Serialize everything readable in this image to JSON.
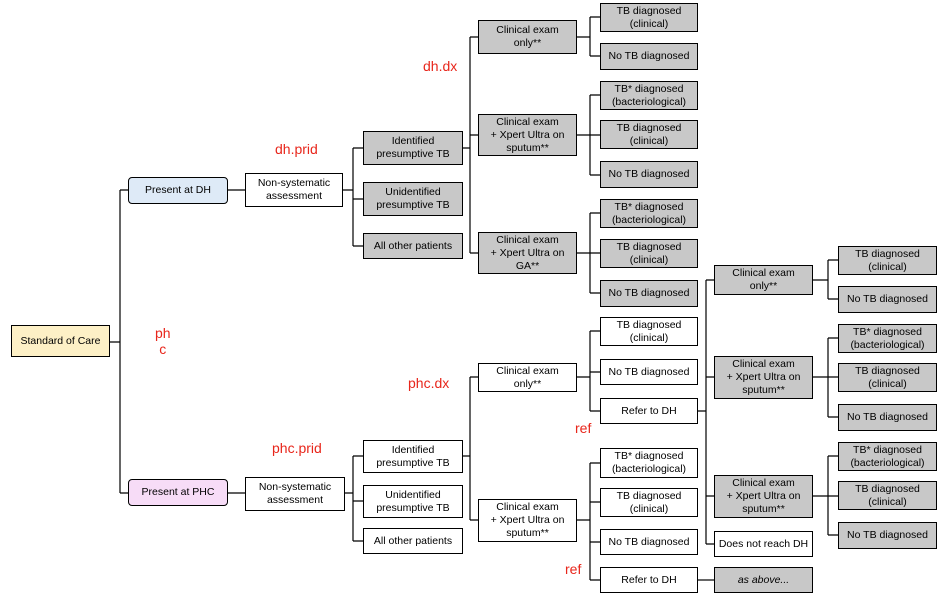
{
  "nodes": {
    "root": "Standard of Care",
    "dh": "Present at DH",
    "phc": "Present at PHC",
    "dh_assess": "Non-systematic\nassessment",
    "phc_assess": "Non-systematic\nassessment",
    "dh_ident": "Identified\npresumptive TB",
    "dh_unident": "Unidentified\npresumptive TB",
    "dh_other": "All other patients",
    "phc_ident": "Identified\npresumptive TB",
    "phc_unident": "Unidentified\npresumptive TB",
    "phc_other": "All other patients",
    "dh_ce": "Clinical exam\nonly**",
    "dh_xs": "Clinical exam\n+ Xpert Ultra on\nsputum**",
    "dh_xga": "Clinical exam\n+ Xpert Ultra on\nGA**",
    "dh_ce_o1": "TB diagnosed\n(clinical)",
    "dh_ce_o2": "No TB diagnosed",
    "dh_xs_o1": "TB* diagnosed\n(bacteriological)",
    "dh_xs_o2": "TB diagnosed\n(clinical)",
    "dh_xs_o3": "No TB diagnosed",
    "dh_xga_o1": "TB* diagnosed\n(bacteriological)",
    "dh_xga_o2": "TB diagnosed\n(clinical)",
    "dh_xga_o3": "No TB diagnosed",
    "phc_ce": "Clinical exam\nonly**",
    "phc_ce_o1": "TB diagnosed\n(clinical)",
    "phc_ce_o2": "No TB diagnosed",
    "phc_ce_o3": "Refer to DH",
    "phc_xs": "Clinical exam\n+ Xpert Ultra on\nsputum**",
    "phc_xs_o1": "TB* diagnosed\n(bacteriological)",
    "phc_xs_o2": "TB diagnosed\n(clinical)",
    "phc_xs_o3": "No TB diagnosed",
    "phc_xs_o4": "Refer to DH",
    "ref_ce": "Clinical exam\nonly**",
    "ref_xs": "Clinical exam\n+ Xpert Ultra on\nsputum**",
    "ref_xga": "Clinical exam\n+ Xpert Ultra on\nsputum**",
    "ref_nr": "Does not reach DH",
    "ref_ce_o1": "TB diagnosed\n(clinical)",
    "ref_ce_o2": "No TB diagnosed",
    "ref_xs_o1": "TB* diagnosed\n(bacteriological)",
    "ref_xs_o2": "TB diagnosed\n(clinical)",
    "ref_xs_o3": "No TB diagnosed",
    "ref_xga_o1": "TB* diagnosed\n(bacteriological)",
    "ref_xga_o2": "TB diagnosed\n(clinical)",
    "ref_xga_o3": "No TB diagnosed",
    "as_above": "as above..."
  },
  "labels": {
    "dh_prid": "dh.prid",
    "dh_dx": "dh.dx",
    "phc_mid": "ph\nc",
    "phc_dx": "phc.dx",
    "phc_prid": "phc.prid",
    "ref1": "ref",
    "ref2": "ref"
  },
  "colors": {
    "grey_node": "#c8c8c8",
    "root_node": "#fdf0c6",
    "dh_node": "#deeaf7",
    "phc_node": "#f7dcf7",
    "label_red": "#e8261b"
  }
}
